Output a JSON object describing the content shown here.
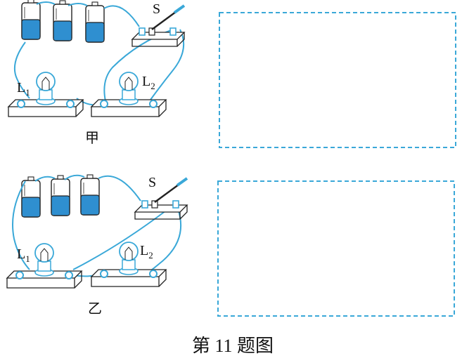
{
  "diagram": {
    "circuit_a": {
      "switch_label": "S",
      "lamp1_label": "L",
      "lamp1_sub": "1",
      "lamp2_label": "L",
      "lamp2_sub": "2",
      "caption": "甲"
    },
    "circuit_b": {
      "switch_label": "S",
      "lamp1_label": "L",
      "lamp1_sub": "1",
      "lamp2_label": "L",
      "lamp2_sub": "2",
      "caption": "乙"
    },
    "figure_caption": "第 11 题图"
  },
  "colors": {
    "accent": "#3aa8d8",
    "battery_fill": "#2f8fd0",
    "line": "#222222"
  }
}
